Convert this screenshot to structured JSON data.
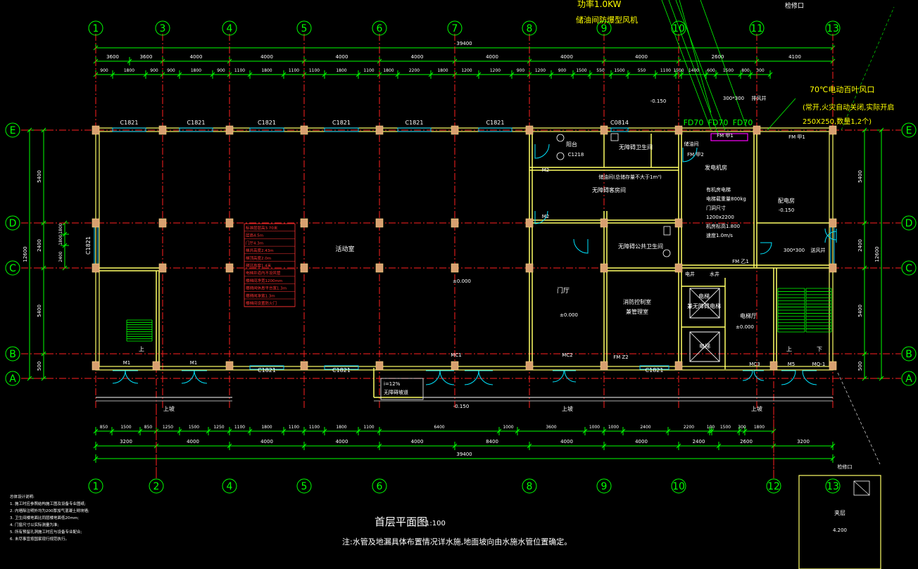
{
  "colors": {
    "background": "#000000",
    "wall": "#ffff66",
    "axis": "#ff2020",
    "dimension": "#00ff00",
    "column": "#d8a070",
    "window": "#00c8ff",
    "door": "#00e5ff",
    "text": "#ffffff",
    "note_text": "#ff3333"
  },
  "top_notes": {
    "power": "功率1.0KW",
    "fan": "储油间防爆型风机",
    "inspection": "检修口"
  },
  "axes": {
    "top": [
      "1",
      "3",
      "4",
      "5",
      "6",
      "7",
      "8",
      "9",
      "10",
      "11",
      "13"
    ],
    "bottom": [
      "1",
      "2",
      "4",
      "5",
      "6",
      "8",
      "9",
      "10",
      "12",
      "13"
    ],
    "left": [
      "E",
      "D",
      "C",
      "B",
      "A"
    ],
    "right": [
      "E",
      "D",
      "C",
      "B",
      "A"
    ]
  },
  "dims": {
    "top_total": "39400",
    "top_bays": [
      "3600",
      "3600",
      "4000",
      "4000",
      "4000",
      "4000",
      "4000",
      "4000",
      "4000",
      "2600",
      "4100"
    ],
    "top_segments": [
      "900",
      "1800",
      "900",
      "900",
      "1800",
      "900",
      "1100",
      "1800",
      "1100",
      "1100",
      "1800",
      "1100",
      "1800",
      "2200",
      "1800",
      "1200",
      "1200",
      "900",
      "1200",
      "900",
      "1500",
      "550",
      "1500",
      "550",
      "1100",
      "1500",
      "1400",
      "600",
      "1500",
      "800",
      "300"
    ],
    "bottom_total": "39400",
    "bottom_bays": [
      "3200",
      "4000",
      "4000",
      "4000",
      "4000",
      "8400",
      "4000",
      "4000",
      "2400",
      "2600",
      "3200"
    ],
    "bottom_segments": [
      "850",
      "1500",
      "850",
      "1250",
      "1500",
      "1250",
      "1100",
      "1800",
      "1100",
      "1100",
      "1800",
      "1100",
      "6400",
      "1000",
      "3600",
      "1000",
      "1000",
      "2400",
      "2200",
      "100",
      "1500",
      "300",
      "1800"
    ],
    "left_total": "12600",
    "left_segments": [
      "5400",
      "2400",
      "5400",
      "500"
    ],
    "left_inner": [
      "1800",
      "1800",
      "2400"
    ],
    "right_segments": [
      "5400",
      "2400",
      "5400",
      "500"
    ],
    "right_total": "12600"
  },
  "windows": [
    "C1821",
    "C1821",
    "C1821",
    "C1821",
    "C1821",
    "C1821",
    "C0814",
    "C1821",
    "C1821",
    "C1821",
    "C1821"
  ],
  "doors": [
    "M1",
    "M1",
    "MC1",
    "MC2",
    "MC3",
    "M5",
    "MQ-1",
    "M2",
    "M2",
    "FM Z2",
    "FM 甲1",
    "FM 甲2",
    "FM 甲1",
    "FM 乙1"
  ],
  "rooms": {
    "activity": "活动室",
    "lobby": "门厅",
    "lobby_elev": "±0.000",
    "balcony": "阳台",
    "balcony_win": "C1218",
    "acc_wc": "无障碍卫生间",
    "acc_room": "无障碍客房间",
    "acc_public_wc": "无障碍公共卫生间",
    "fire_control": "消防控制室\n兼管理室",
    "oil_room": "储油间",
    "oil_note": "储油间(总储存量不大于1m³)",
    "generator": "发电机房",
    "power": "配电房",
    "power_elev": "-0.150",
    "elevator": "电梯",
    "acc_elevator": "兼无障碍电梯",
    "elevator_hall": "电梯厅",
    "elevator_hall_elev": "±0.000",
    "elec_shaft": "电井",
    "water_shaft": "水井",
    "vent": "送风井",
    "vent_size": "300*300",
    "vent_shaft": "排风井",
    "vent_shaft_size": "300*300",
    "stair_up": "上",
    "stair_down": "下",
    "main_elev": "±0.000",
    "outdoor_elev": "-0.150",
    "outdoor_elev2": "-0.150",
    "ramp": "i=12%\n无障碍坡道",
    "slope_up": "上坡",
    "slope_up2": "上坡",
    "slope_up3": "上坡",
    "mezzanine": "夹层",
    "mezzanine_elev": "4.200",
    "inspection2": "检修口"
  },
  "fire_vent": {
    "label": "70℃电动百叶风口",
    "line1": "(常开,火灾自动关闭,实际开启",
    "line2": "250X250,数量1,2个)",
    "fd": [
      "FD70",
      "FD70",
      "FD70"
    ]
  },
  "elevator_spec": [
    "有机房电梯",
    "电梯载重量800kg",
    "门洞尺寸",
    "1200x2200",
    "机房标高1.800",
    "速度1.0m/s"
  ],
  "red_box": [
    "标准层层高3.70米",
    "层高4.5m",
    "门厅4.3m",
    "梯井高度2.43m",
    "梯顶高度2.0m",
    "梯坑高度1.4米",
    "电梯井道内不设风管",
    "楼梯间净宽1200mm",
    "楼梯间休息平台宽1.3m",
    "楼梯间净宽1.3m",
    "楼梯间设置防火门"
  ],
  "notes_left": [
    "总体设计说明:",
    "1. 施工时应参照结构施工图及设备专业图纸;",
    "2. 内墙除注明外均为200厚加气混凝土砌块墙;",
    "3. 卫生间楼地面比同层楼地面低20mm;",
    "4. 门窗尺寸以实际测量为准;",
    "5. 所有预留孔洞施工时应与设备专业配合;",
    "6. 未尽事宜按国家现行规范执行。"
  ],
  "title": "首层平面图",
  "scale": "1:100",
  "footnote": "注:水管及地漏具体布置情况详水施,地面坡向由水施水管位置确定。"
}
